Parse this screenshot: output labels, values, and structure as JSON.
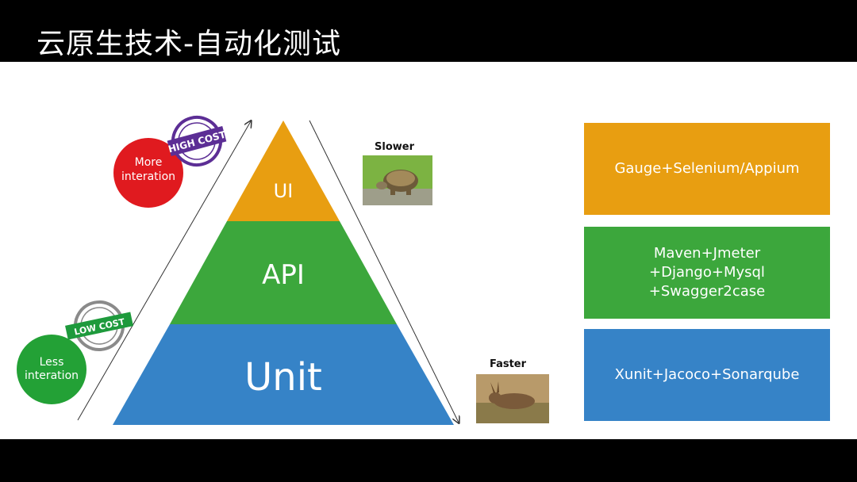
{
  "page": {
    "title": "云原生技术-自动化测试"
  },
  "pyramid": {
    "layers": [
      {
        "label": "UI",
        "color": "#E89E11"
      },
      {
        "label": "API",
        "color": "#3CA73C"
      },
      {
        "label": "Unit",
        "color": "#3683C7"
      }
    ]
  },
  "left": {
    "more": {
      "line1": "More",
      "line2": "interation",
      "color": "#E01A1F"
    },
    "less": {
      "line1": "Less",
      "line2": "interation",
      "color": "#23A136"
    },
    "high_stamp": {
      "text": "HIGH COST",
      "color": "#5C2E95"
    },
    "low_stamp": {
      "text": "LOW COST",
      "color": "#1E9A3C"
    }
  },
  "right": {
    "slower_label": "Slower",
    "faster_label": "Faster",
    "tools": [
      {
        "text": "Gauge+Selenium/Appium",
        "color": "#E89E11"
      },
      {
        "text": "Maven+Jmeter\n+Django+Mysql\n+Swagger2case",
        "color": "#3CA73C"
      },
      {
        "text": "Xunit+Jacoco+Sonarqube",
        "color": "#3683C7"
      }
    ]
  }
}
